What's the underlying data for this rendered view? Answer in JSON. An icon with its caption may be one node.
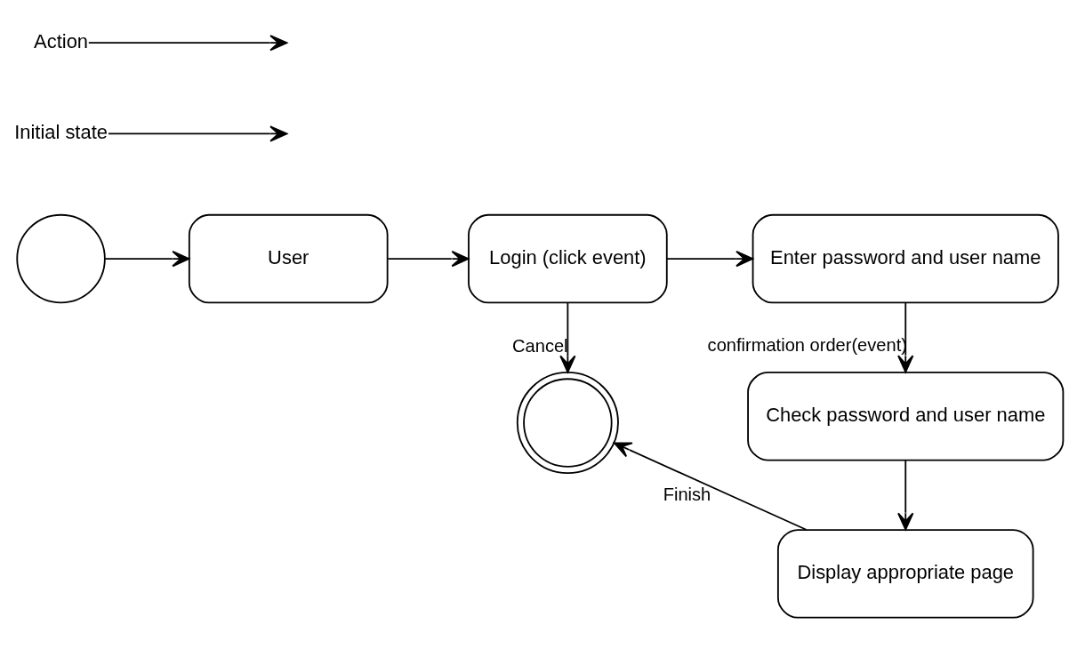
{
  "diagram": {
    "nodes": [
      {
        "text": [],
        "shape": "circle"
      },
      {
        "text": [
          "User"
        ]
      },
      {
        "text": [
          "Login (click event)"
        ]
      },
      {
        "text": [
          "Enter password and user name"
        ]
      },
      {
        "text": [
          "Check password and user name"
        ]
      },
      {
        "text": [
          "Display appropriate page"
        ]
      },
      {
        "text": [],
        "shape": "circle"
      },
      {
        "text": [
          "Initial state"
        ]
      },
      {
        "text": [
          "Action"
        ]
      }
    ],
    "edges": [
      {
        "from": 0,
        "to": 1,
        "arrow": "to"
      },
      {
        "from": 1,
        "to": 2,
        "arrow": "to"
      },
      {
        "from": 2,
        "to": 3,
        "arrow": "to"
      },
      {
        "from": 3,
        "to": 4,
        "arrow": "to",
        "label": "confirmation order(event)"
      },
      {
        "from": 4,
        "to": 5,
        "arrow": "to"
      },
      {
        "from": 5,
        "to": 6,
        "arrow": "to",
        "label": "Finish"
      },
      {
        "from": 2,
        "to": 6,
        "arrow": "to",
        "label": "Cancel"
      },
      {
        "from": 7,
        "to": null,
        "arrow": "to"
      },
      {
        "from": 8,
        "to": null,
        "arrow": "to"
      }
    ]
  }
}
